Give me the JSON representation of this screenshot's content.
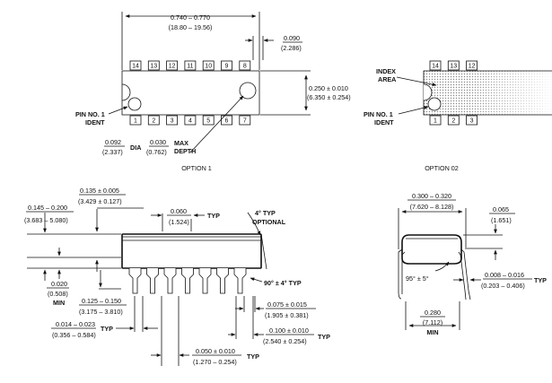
{
  "top_view_opt1": {
    "width_dim": "0.740 – 0.770",
    "width_dim_mm": "(18.80 – 19.56)",
    "end_dim": "0.090",
    "end_dim_mm": "(2.286)",
    "height_dim": "0.250 ± 0.010",
    "height_dim_mm": "(6.350 ± 0.254)",
    "top_pins": [
      "14",
      "13",
      "12",
      "11",
      "10",
      "9",
      "8"
    ],
    "bottom_pins": [
      "1",
      "2",
      "3",
      "4",
      "5",
      "6",
      "7"
    ],
    "pin1_label_line1": "PIN NO. 1",
    "pin1_label_line2": "IDENT",
    "dia_value": "0.092",
    "dia_value_mm": "(2.337)",
    "dia_label": "DIA",
    "depth_value": "0.030",
    "depth_value_mm": "(0.762)",
    "depth_label_line1": "MAX",
    "depth_label_line2": "DEPTH",
    "caption": "OPTION 1"
  },
  "top_view_opt2": {
    "index_label_line1": "INDEX",
    "index_label_line2": "AREA",
    "top_pins": [
      "14",
      "13",
      "12"
    ],
    "bottom_pins": [
      "1",
      "2",
      "3"
    ],
    "pin1_label_line1": "PIN NO. 1",
    "pin1_label_line2": "IDENT",
    "caption": "OPTION 02"
  },
  "side_view": {
    "body_height": "0.145 – 0.200",
    "body_height_mm": "(3.683 – 5.080)",
    "seat_height": "0.135 ± 0.005",
    "seat_height_mm": "(3.429 ± 0.127)",
    "shoulder": "0.060",
    "shoulder_mm": "(1.524)",
    "shoulder_note": "TYP",
    "draft_angle": "4° TYP",
    "draft_note": "OPTIONAL",
    "standoff": "0.020",
    "standoff_mm": "(0.508)",
    "standoff_note": "MIN",
    "lead_length": "0.125 – 0.150",
    "lead_length_mm": "(3.175 – 3.810)",
    "lead_angle": "90° ± 4° TYP",
    "shoulder_width": "0.075 ± 0.015",
    "shoulder_width_mm": "(1.905 ± 0.381)",
    "lead_width": "0.014 – 0.023",
    "lead_width_mm": "(0.356 – 0.584)",
    "lead_width_note": "TYP",
    "pitch": "0.100 ± 0.010",
    "pitch_mm": "(2.540 ± 0.254)",
    "pitch_note": "TYP",
    "end_lead": "0.050 ± 0.010",
    "end_lead_mm": "(1.270 – 0.254)",
    "end_lead_note": "TYP"
  },
  "end_view": {
    "row_spacing": "0.300 – 0.320",
    "row_spacing_mm": "(7.620 – 8.128)",
    "lead_offset": "0.065",
    "lead_offset_mm": "(1.651)",
    "bend_angle": "95° ± 5°",
    "thickness": "0.008 – 0.016",
    "thickness_mm": "(0.203 – 0.406)",
    "thickness_note": "TYP",
    "min_span": "0.280",
    "min_span_mm": "(7.112)",
    "min_span_note": "MIN"
  }
}
